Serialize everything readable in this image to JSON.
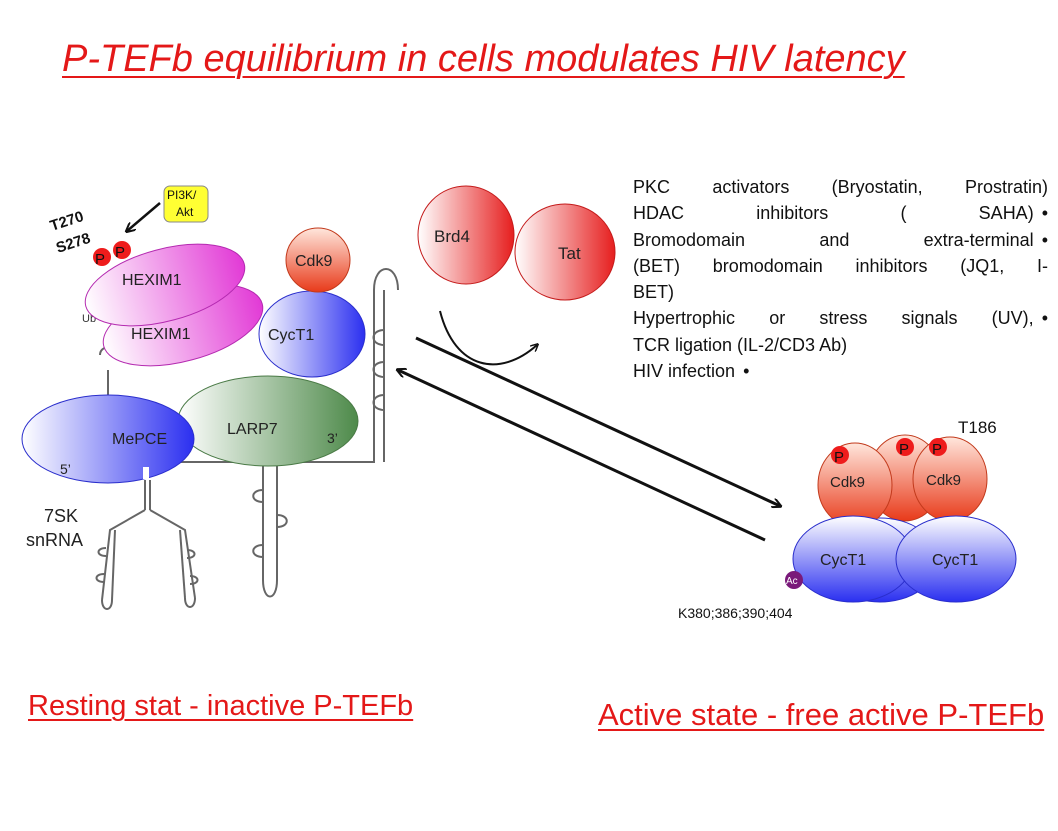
{
  "title": "P-TEFb equilibrium in cells modulates HIV  latency",
  "left_complex": {
    "hexim_top": "HEXIM1",
    "hexim_bottom": "HEXIM1",
    "cdk9": "Cdk9",
    "cyct1": "CycT1",
    "larp7": "LARP7",
    "mepce": "MePCE",
    "kinase": "PI3K/ Akt",
    "kinase_line1": "PI3K/",
    "kinase_line2": "Akt",
    "sites_line1": "T270",
    "sites_line2": "S278",
    "phospho": "P",
    "ubiquitin": "Ub",
    "end_five": "5’",
    "end_three": "3’",
    "rna_line1": "7SK",
    "rna_line2": "snRNA"
  },
  "top_factors": {
    "brd4": "Brd4",
    "tat": "Tat"
  },
  "activators": [
    {
      "text": "PKC activators (Bryostatin, Prostratin)",
      "bullet": ""
    },
    {
      "text": "HDAC inhibitors ( SAHA)",
      "bullet": "•"
    },
    {
      "text": "Bromodomain and extra-terminal",
      "bullet": "•"
    },
    {
      "text": "(BET) bromodomain inhibitors (JQ1, I-",
      "bullet": ""
    },
    {
      "text": "BET)",
      "bullet": ""
    },
    {
      "text": "Hypertrophic or stress signals (UV),",
      "bullet": "•"
    },
    {
      "text": "TCR ligation (IL-2/CD3 Ab)",
      "bullet": ""
    },
    {
      "text": "HIV infection",
      "bullet": "•"
    }
  ],
  "right_complex": {
    "site": "T186",
    "phospho": "P",
    "cdk9_left": "Cdk9",
    "cdk9_right": "Cdk9",
    "cyct1_left": "CycT1",
    "cyct1_right": "CycT1",
    "acetyl": "Ac",
    "lysines": "K380;386;390;404"
  },
  "captions": {
    "resting": "Resting stat - inactive P-TEFb",
    "active": "Active state - free active P-TEFb"
  }
}
